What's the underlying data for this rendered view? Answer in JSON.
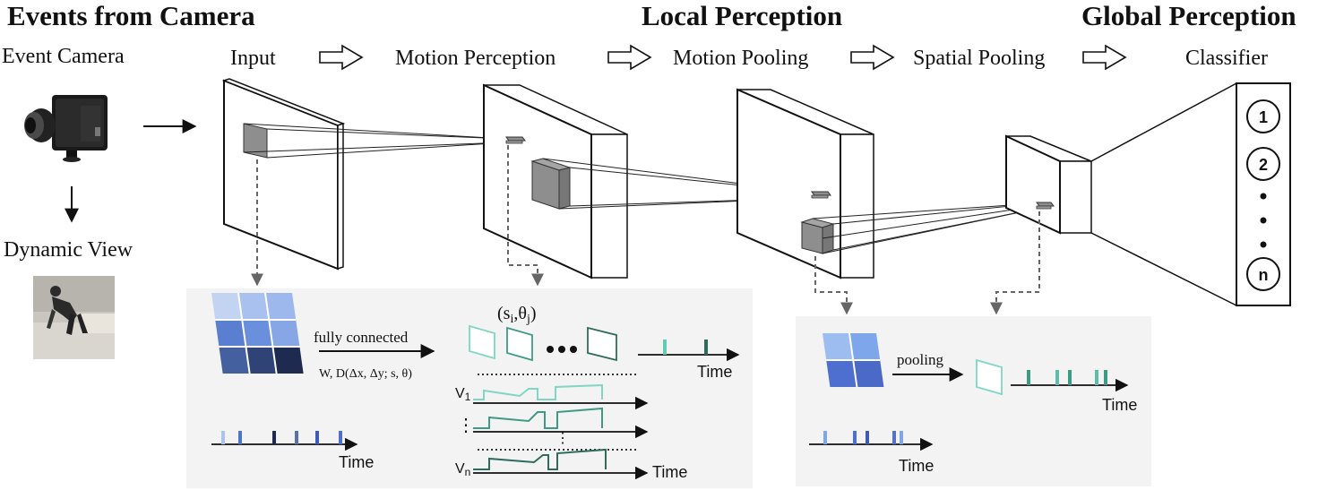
{
  "headers": {
    "events": "Events from Camera",
    "local": "Local Perception",
    "global": "Global Perception"
  },
  "stages": {
    "event_camera": "Event Camera",
    "input": "Input",
    "motion_perception": "Motion Perception",
    "motion_pooling": "Motion Pooling",
    "spatial_pooling": "Spatial Pooling",
    "classifier": "Classifier",
    "dynamic_view": "Dynamic View"
  },
  "classifier_nodes": [
    "1",
    "2",
    "n"
  ],
  "panel_left": {
    "fc_label": "fully connected",
    "weight_label": "W, D(Δx, Δy; s, θ)",
    "time_label": "Time"
  },
  "panel_mid": {
    "param_label": "(s",
    "param_sub_i": "i",
    "param_comma": ",θ",
    "param_sub_j": "j",
    "param_close": ")",
    "time_label": "Time",
    "v1": "V",
    "v1_sub": "1",
    "vn": "V",
    "vn_sub": "n",
    "time_label_2": "Time"
  },
  "panel_right": {
    "pooling_label": "pooling",
    "time_label": "Time",
    "time_label_2": "Time"
  },
  "colors": {
    "panel_bg": "#f3f3f3",
    "teal_light": "#66cdb8",
    "teal_mid": "#3f9a85",
    "teal_dark": "#2f6b5c",
    "blue_light": "#a9c5ef",
    "blue_mid": "#4f74c8",
    "navy": "#1f2a52",
    "gray_block": "#8a8a8a"
  }
}
